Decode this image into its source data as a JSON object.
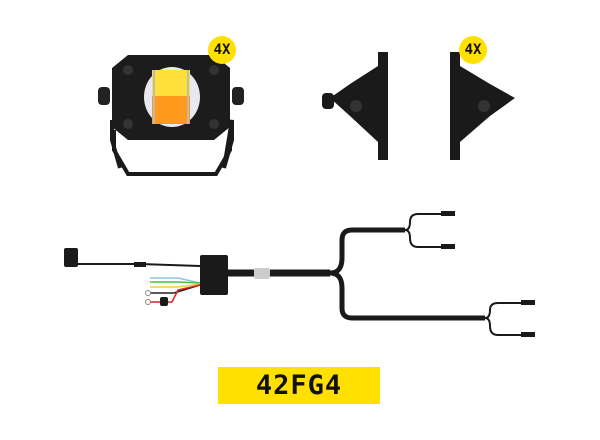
{
  "product": {
    "model_label": "42FG4",
    "light_quantity_badge": "4X",
    "bracket_quantity_badge": "4X"
  },
  "colors": {
    "accent": "#FFE000",
    "hardware": "#1a1a1a",
    "lens_amber": "#FF9A1E",
    "lens_yellow": "#FFE03A"
  }
}
